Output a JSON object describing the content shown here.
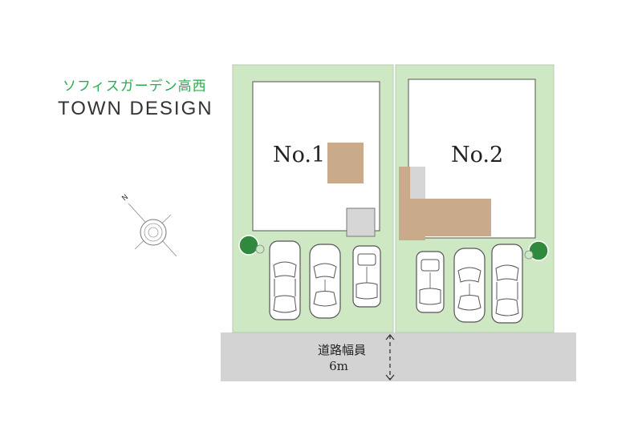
{
  "header": {
    "subtitle": "ソフィスガーデン高西",
    "title": "TOWN DESIGN"
  },
  "lots": [
    {
      "label": "No.1"
    },
    {
      "label": "No.2"
    }
  ],
  "road": {
    "label": "道路幅員",
    "width": "6m"
  },
  "compass": {
    "direction": "N"
  },
  "colors": {
    "lot_fill": "#cfe8c4",
    "lot_border": "#b9c8b4",
    "building": "#ffffff",
    "entrance": "#c9ab8c",
    "porch": "#d6d6d6",
    "road": "#d3d3d3",
    "tree": "#2f8a3d",
    "subtitle": "#2eaa4e"
  }
}
